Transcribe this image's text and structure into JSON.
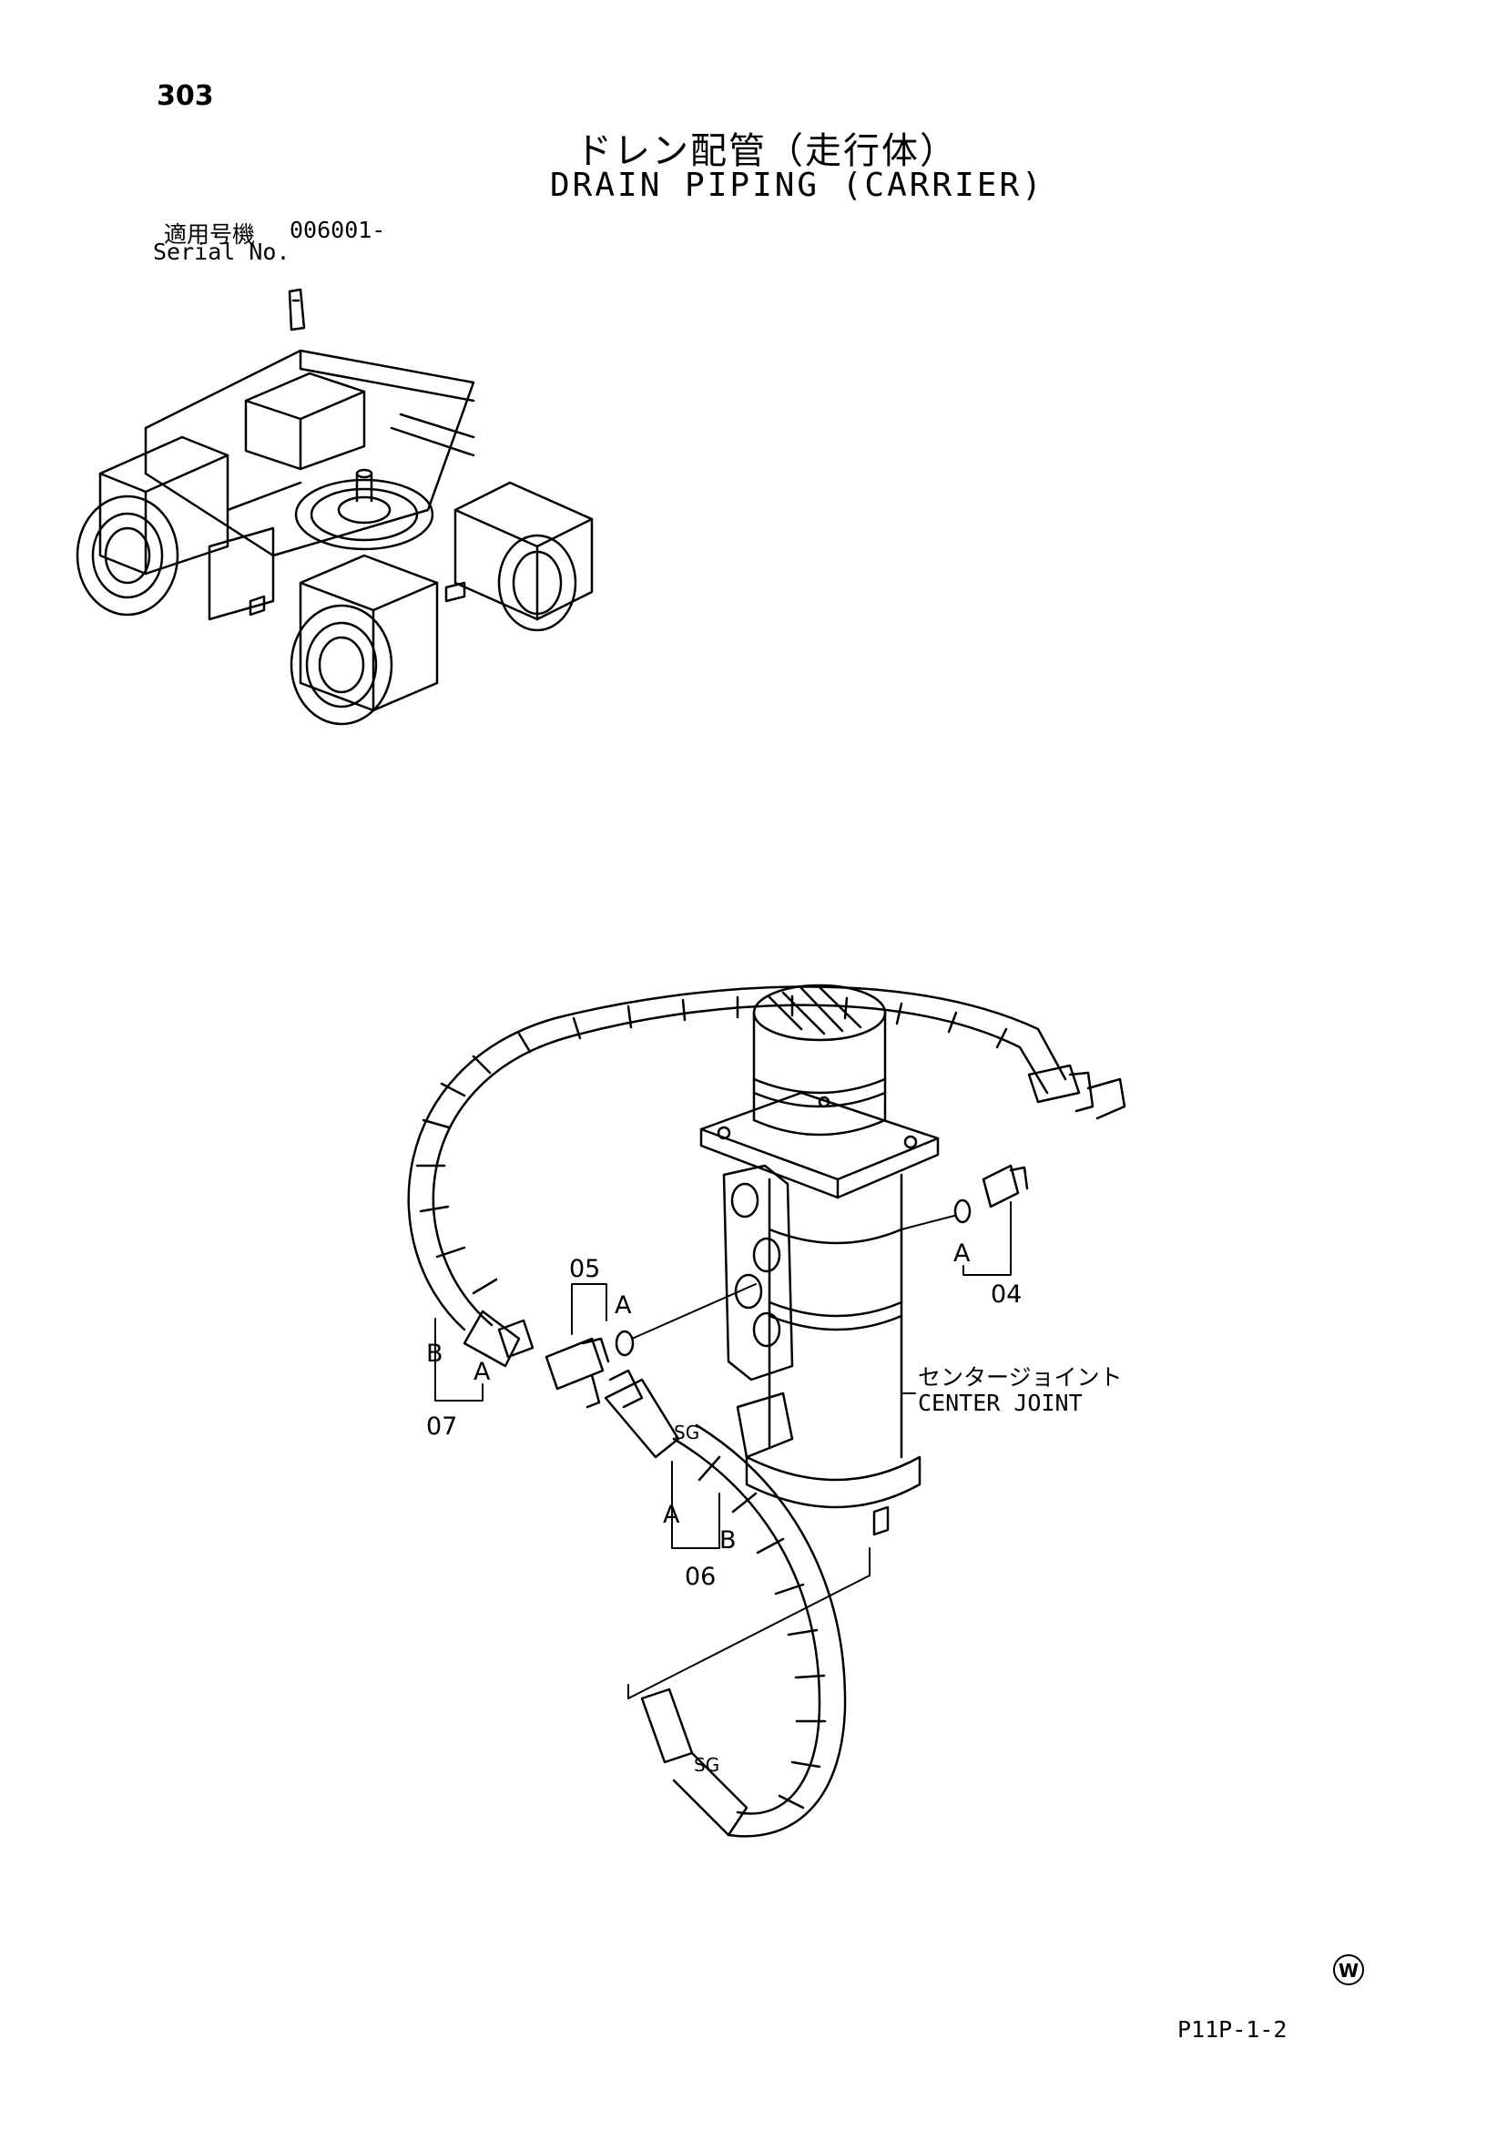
{
  "page": {
    "number": "303",
    "title_jp": "ドレン配管（走行体）",
    "title_en": "DRAIN PIPING (CARRIER)",
    "serial_label_jp": "適用号機",
    "serial_value": "006001-",
    "serial_label_en": "Serial No.",
    "page_ref": "P11P-1-2",
    "watermark": "W"
  },
  "diagram": {
    "component_label_jp": "センタージョイント",
    "component_label_en": "CENTER JOINT",
    "callouts": {
      "p04": "04",
      "p05": "05",
      "p06": "06",
      "p07": "07",
      "a_04": "A",
      "a_05": "A",
      "a_06": "A",
      "b_06": "B",
      "a_07": "A",
      "b_07": "B",
      "sg_top": "SG",
      "sg_bottom": "SG"
    }
  }
}
